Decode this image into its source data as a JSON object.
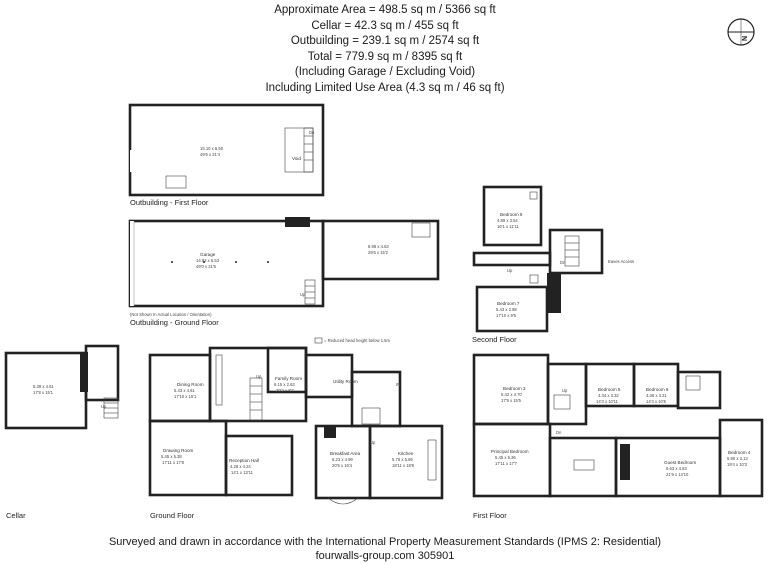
{
  "header": {
    "lines": [
      "Approximate Area = 498.5 sq m / 5366 sq ft",
      "Cellar = 42.3 sq m / 455 sq ft",
      "Outbuilding = 239.1 sq m / 2574 sq ft",
      "Total = 779.9 sq m / 8395 sq ft",
      "(Including Garage / Excluding Void)",
      "Including Limited Use Area (4.3 sq m / 46 sq ft)"
    ]
  },
  "compass": {
    "letter": "N"
  },
  "sections": {
    "outbuilding_first": "Outbuilding - First Floor",
    "outbuilding_ground_note": "(Not Shown In Actual Location / Orientation)",
    "outbuilding_ground": "Outbuilding - Ground Floor",
    "second_floor": "Second Floor",
    "cellar": "Cellar",
    "ground_floor": "Ground Floor",
    "first_floor": "First Floor",
    "limited_use_legend": "= Reduced head height below 1.5m"
  },
  "rooms": {
    "ob_first_room": {
      "name": "",
      "dim1": "15.10 x 6.50",
      "dim2": "49'6 x 21'4"
    },
    "void": {
      "name": "Void"
    },
    "garage": {
      "name": "Garage",
      "dim1": "14.93 x 6.53",
      "dim2": "49'0 x 21'5"
    },
    "ob_ground_room": {
      "name": "",
      "dim1": "8.98 x 4.63",
      "dim2": "29'6 x 15'2"
    },
    "bedroom6": {
      "name": "Bedroom 6",
      "dim1": "4.89 x 3.54",
      "dim2": "16'1 x 11'11"
    },
    "bedroom7": {
      "name": "Bedroom 7",
      "dim1": "5.43 x 2.88",
      "dim2": "17'10 x 9'5"
    },
    "eaves": {
      "name": "Eaves Access"
    },
    "cellar_room": {
      "name": "",
      "dim1": "5.39 x 4.61",
      "dim2": "17'8 x 15'1"
    },
    "dining": {
      "name": "Dining Room",
      "dim1": "5.43 x 4.61",
      "dim2": "17'10 x 15'1"
    },
    "family": {
      "name": "Family Room",
      "dim1": "6.15 x 2.63",
      "dim2": "20'2 x 8'7"
    },
    "utility": {
      "name": "Utility Room"
    },
    "drawing": {
      "name": "Drawing Room",
      "dim1": "5.45 x 5.38",
      "dim2": "17'11 x 17'8"
    },
    "reception": {
      "name": "Reception Hall",
      "dim1": "4.28 x 4.24",
      "dim2": "14'1 x 13'11"
    },
    "breakfast": {
      "name": "Breakfast Area",
      "dim1": "6.23 x 4.99",
      "dim2": "20'5 x 16'4"
    },
    "kitchen": {
      "name": "Kitchen",
      "dim1": "5.76 x 5.69",
      "dim2": "18'11 x 18'8"
    },
    "bedroom3": {
      "name": "Bedroom 3",
      "dim1": "5.42 x 4.70",
      "dim2": "17'9 x 15'5"
    },
    "bedroom5": {
      "name": "Bedroom 5",
      "dim1": "4.34 x 3.32",
      "dim2": "14'3 x 10'11"
    },
    "bedroom6b": {
      "name": "Bedroom 6",
      "dim1": "4.36 x 3.21",
      "dim2": "14'4 x 10'6"
    },
    "principal": {
      "name": "Principal Bedroom",
      "dim1": "5.45 x 5.36",
      "dim2": "17'11 x 17'7"
    },
    "guest": {
      "name": "Guest Bedroom",
      "dim1": "6.63 x 4.53",
      "dim2": "21'9 x 14'10"
    },
    "bedroom4": {
      "name": "Bedroom 4",
      "dim1": "5.90 x 3.13",
      "dim2": "19'4 x 10'3"
    }
  },
  "marks": {
    "up": "Up",
    "dn": "Dn",
    "in": "IN"
  },
  "footer": {
    "line1": "Surveyed and drawn in accordance with the International Property Measurement Standards (IPMS 2: Residential)",
    "line2": "fourwalls-group.com 305901"
  }
}
